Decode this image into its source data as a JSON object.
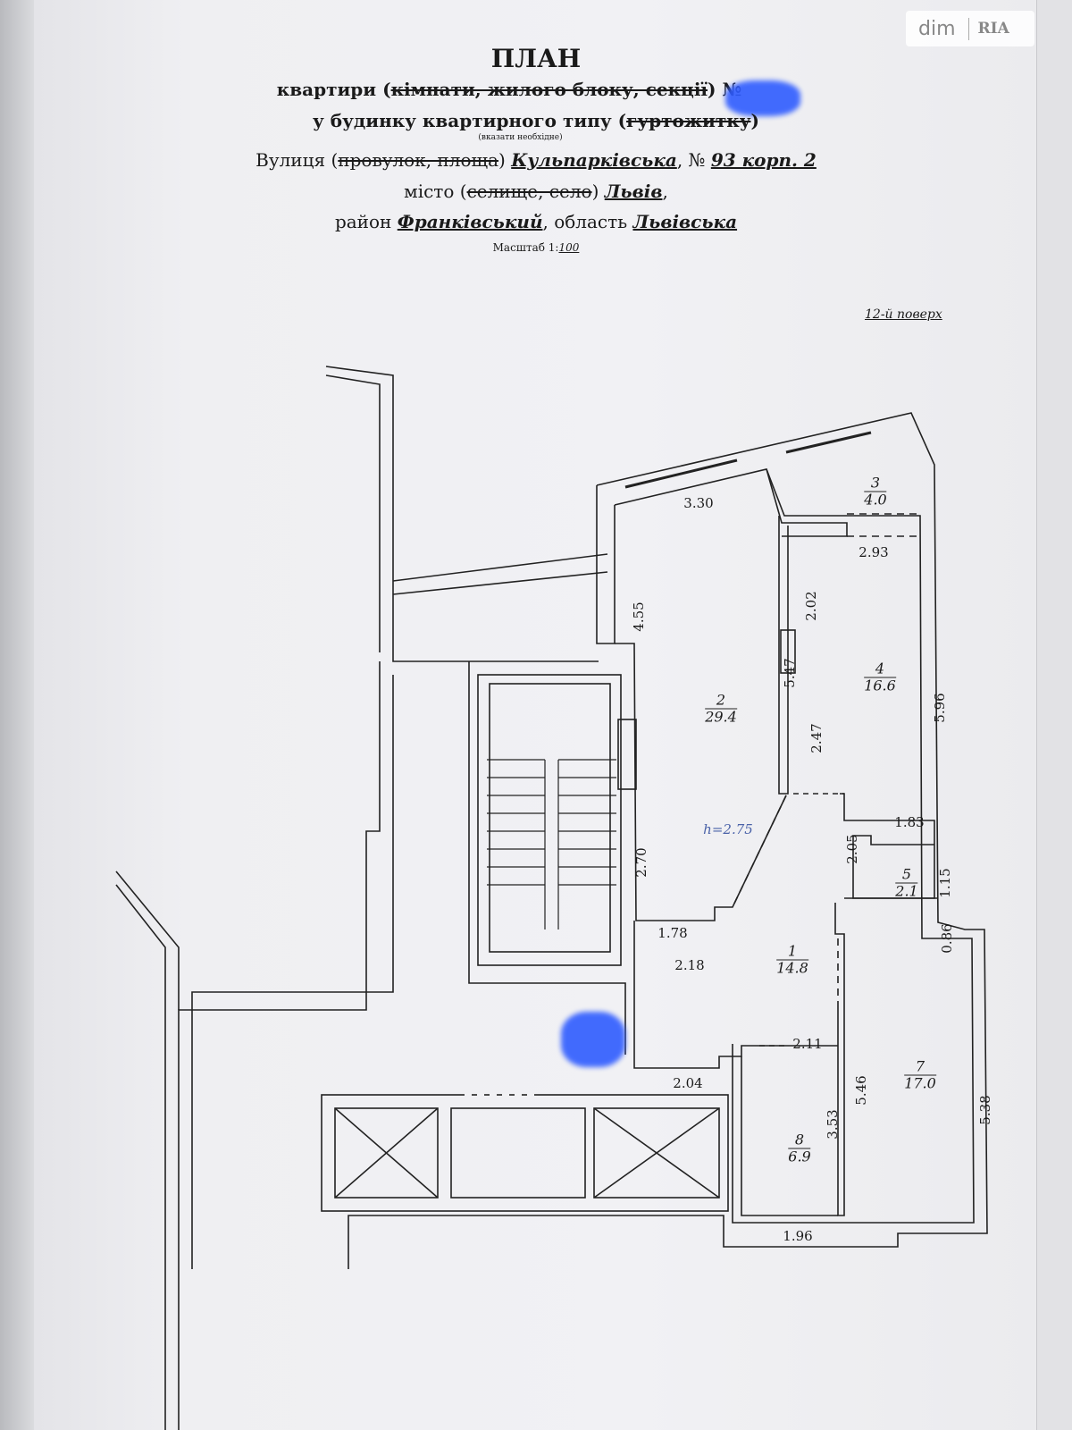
{
  "watermark": {
    "left": "dim",
    "right": "RIA"
  },
  "header": {
    "title": "ПЛАН",
    "line1_prefix": "квартири (",
    "line1_struck": "кімнати, жилого блоку, секції",
    "line1_suffix": ") №",
    "line2_prefix": "у будинку квартирного типу (",
    "line2_struck": "гуртожитку",
    "line2_suffix": ")",
    "line2_note": "(вказати необхідне)",
    "street_label": "Вулиця (",
    "street_struck": "провулок, площа",
    "street_close": ") ",
    "street": "Кульпарківська",
    "number_label": ", № ",
    "number": "93 корп. 2",
    "city_label": "місто (",
    "city_struck": "селище, село",
    "city_close": ") ",
    "city": "Львів",
    "city_comma": ",",
    "district_label": "район ",
    "district": "Франківський",
    "region_label": ", область ",
    "region": "Львівська",
    "scale_label": "Масштаб 1:",
    "scale": "100"
  },
  "floor": "12-й поверх",
  "ceiling_height": "h=2.75",
  "rooms": [
    {
      "number": "1",
      "area": "14.8"
    },
    {
      "number": "2",
      "area": "29.4"
    },
    {
      "number": "3",
      "area": "4.0"
    },
    {
      "number": "4",
      "area": "16.6"
    },
    {
      "number": "5",
      "area": "2.1"
    },
    {
      "number": "7",
      "area": "17.0"
    },
    {
      "number": "8",
      "area": "6.9"
    }
  ],
  "dimensions": [
    "3.30",
    "2.93",
    "4.55",
    "2.02",
    "5.47",
    "5.96",
    "2.47",
    "1.83",
    "2.70",
    "2.05",
    "1.15",
    "1.78",
    "2.18",
    "0.86",
    "2.11",
    "2.04",
    "5.46",
    "3.53",
    "5.38",
    "1.96"
  ],
  "colors": {
    "redaction": "#2f5cff",
    "height_text": "#4a62a8"
  }
}
